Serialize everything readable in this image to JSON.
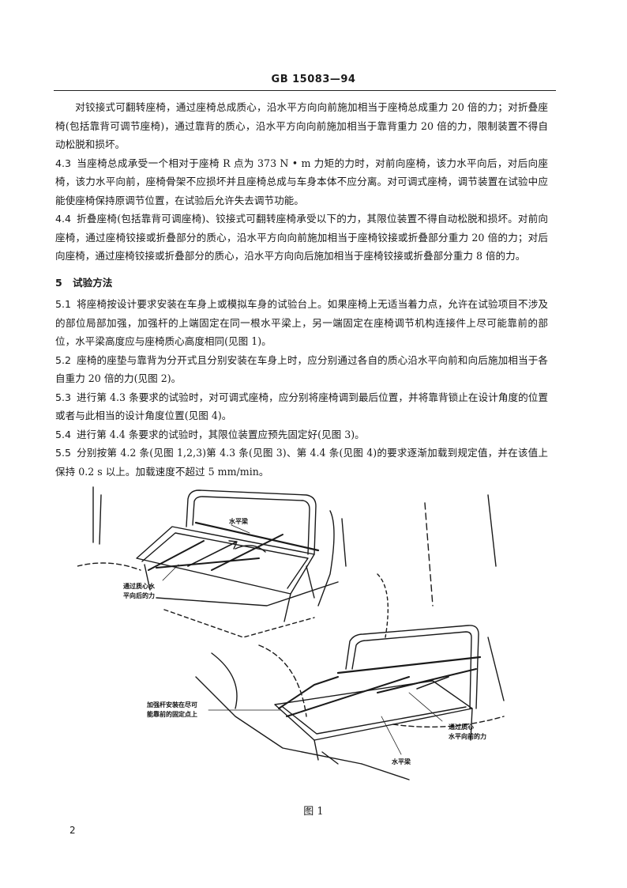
{
  "header": {
    "title": "GB 15083—94"
  },
  "paragraphs": [
    {
      "num": "",
      "text": "对铰接式可翻转座椅，通过座椅总成质心，沿水平方向向前施加相当于座椅总成重力 20 倍的力；对折叠座椅(包括靠背可调节座椅)，通过靠背的质心，沿水平方向向前施加相当于靠背重力 20 倍的力，限制装置不得自动松脱和损坏。"
    },
    {
      "num": "4.3",
      "text": "当座椅总成承受一个相对于座椅 R 点为 373 N • m 力矩的力时，对前向座椅，该力水平向后，对后向座椅，该力水平向前，座椅骨架不应损坏并且座椅总成与车身本体不应分离。对可调式座椅，调节装置在试验中应能使座椅保持原调节位置，在试验后允许失去调节功能。"
    },
    {
      "num": "4.4",
      "text": "折叠座椅(包括靠背可调座椅)、铰接式可翻转座椅承受以下的力，其限位装置不得自动松脱和损坏。对前向座椅，通过座椅铰接或折叠部分的质心，沿水平方向向前施加相当于座椅铰接或折叠部分重力 20 倍的力；对后向座椅，通过座椅铰接或折叠部分的质心，沿水平方向向后施加相当于座椅铰接或折叠部分重力 8 倍的力。"
    }
  ],
  "section5": {
    "num": "5",
    "title": "试验方法"
  },
  "items": [
    {
      "num": "5.1",
      "text": "将座椅按设计要求安装在车身上或模拟车身的试验台上。如果座椅上无适当着力点，允许在试验项目不涉及的部位局部加强，加强杆的上端固定在同一根水平梁上，另一端固定在座椅调节机构连接件上尽可能靠前的部位，水平梁高度应与座椅质心高度相同(见图 1)。"
    },
    {
      "num": "5.2",
      "text": "座椅的座垫与靠背为分开式且分别安装在车身上时，应分别通过各自的质心沿水平向前和向后施加相当于各自重力 20 倍的力(见图 2)。"
    },
    {
      "num": "5.3",
      "text": "进行第 4.3 条要求的试验时，对可调式座椅，应分别将座椅调到最后位置，并将靠背锁止在设计角度的位置或者与此相当的设计角度位置(见图 4)。"
    },
    {
      "num": "5.4",
      "text": "进行第 4.4 条要求的试验时，其限位装置应预先固定好(见图 3)。"
    },
    {
      "num": "5.5",
      "text": "分别按第 4.2 条(见图 1,2,3)第 4.3 条(见图 3)、第 4.4 条(见图 4)的要求逐渐加载到规定值，并在该值上保持 0.2 s 以上。加载速度不超过 5 mm/min。"
    }
  ],
  "figure": {
    "label_beam_top": "水平梁",
    "label_rear_force_1": "通过质心水",
    "label_rear_force_2": "平向后的力",
    "label_brace_1": "加强杆安装在尽可",
    "label_brace_2": "能靠前的固定点上",
    "label_front_force_1": "通过质心",
    "label_front_force_2": "水平向前的力",
    "label_beam_bottom": "水平梁",
    "caption": "图 1"
  },
  "footer": {
    "page_number": "2"
  }
}
